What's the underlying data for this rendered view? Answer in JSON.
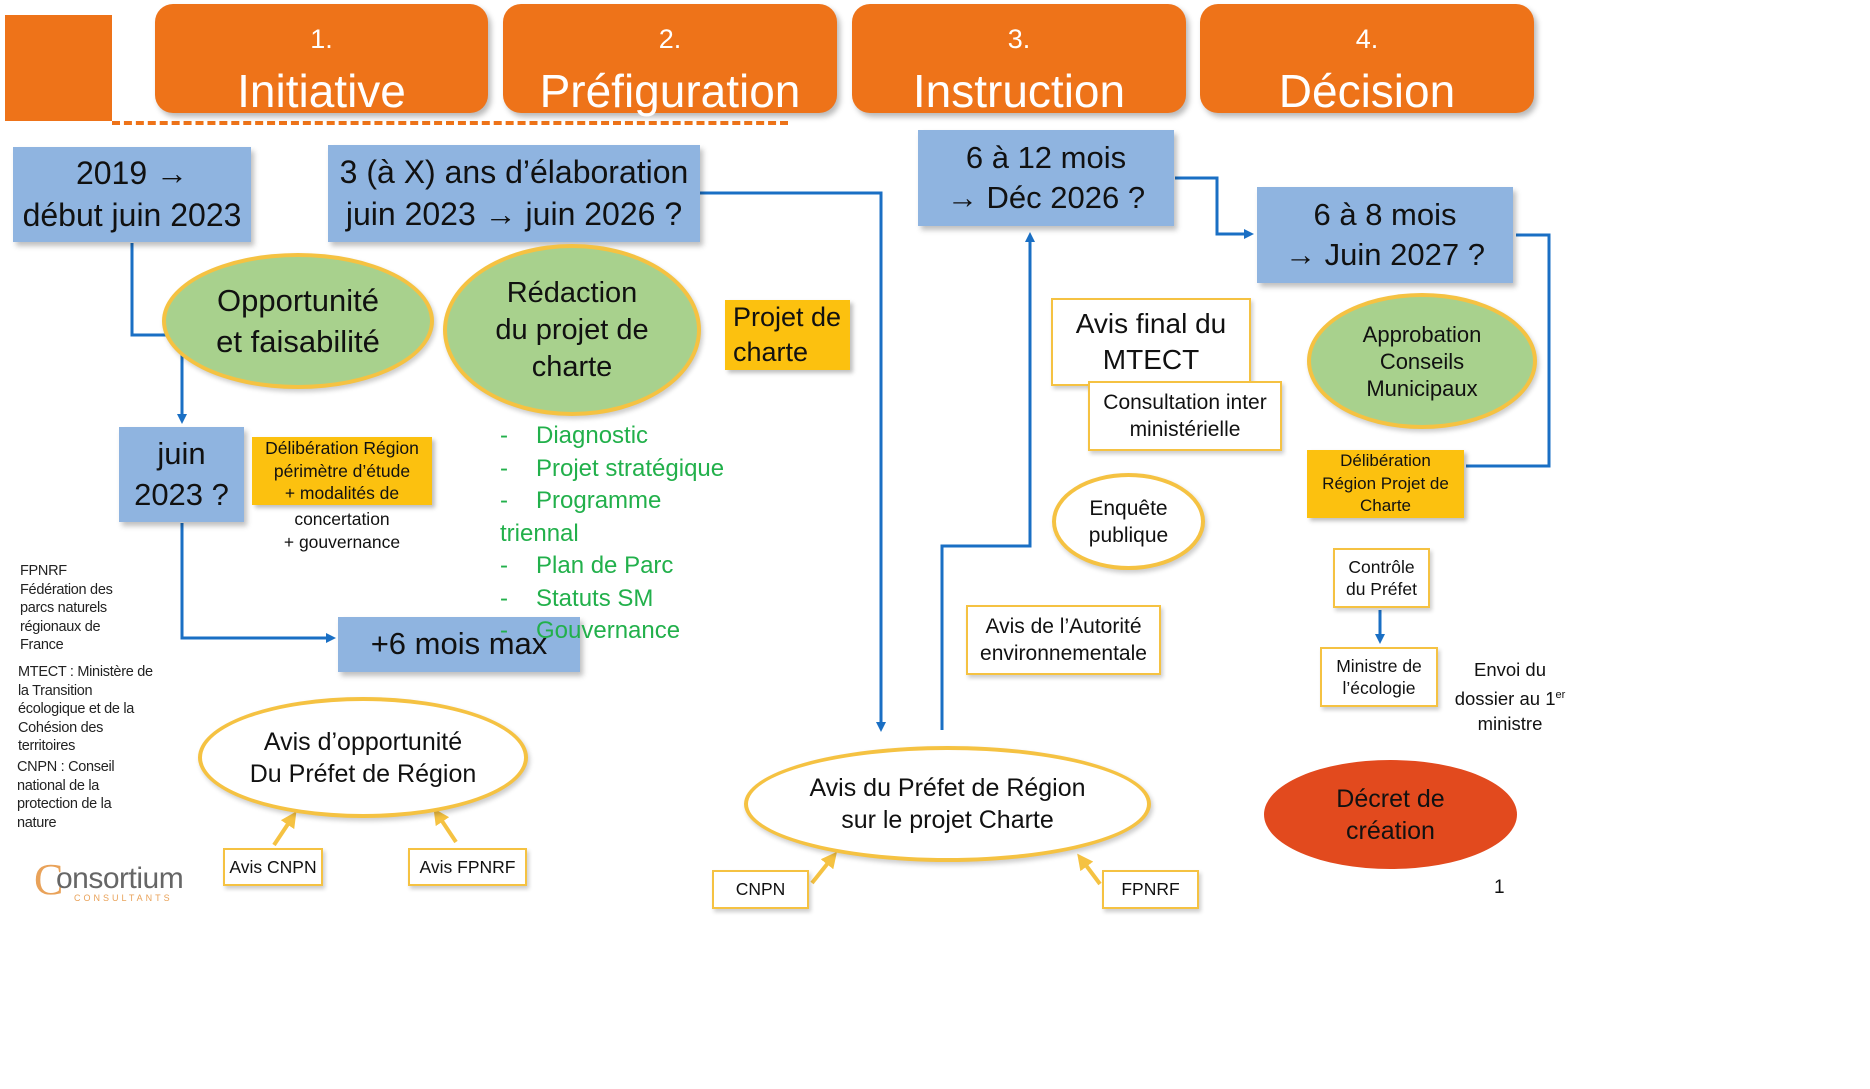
{
  "phases": [
    {
      "num": "1.",
      "name": "Initiative"
    },
    {
      "num": "2.",
      "name": "Préfiguration"
    },
    {
      "num": "3.",
      "name": "Instruction"
    },
    {
      "num": "4.",
      "name": "Décision"
    }
  ],
  "timeframes": {
    "t1": {
      "l1": "2019 →",
      "l2": "début juin 2023"
    },
    "t2": {
      "l1": "3 (à X) ans d’élaboration",
      "l2": "juin 2023 → juin 2026 ?"
    },
    "t3": {
      "l1": "6 à 12 mois",
      "l2": "→ Déc 2026 ?"
    },
    "t4": {
      "l1": "6 à 8 mois",
      "l2": "→ Juin 2027 ?"
    },
    "juin": {
      "l1": "juin",
      "l2": "2023 ?"
    },
    "six_mois": "+6 mois max"
  },
  "green_ellipses": {
    "opportunite": {
      "l1": "Opportunité",
      "l2": "et faisabilité"
    },
    "redaction": {
      "l1": "Rédaction",
      "l2": "du projet de",
      "l3": "charte"
    },
    "approbation": {
      "l1": "Approbation",
      "l2": "Conseils",
      "l3": "Municipaux"
    }
  },
  "yellow_boxes": {
    "projet_charte": {
      "l1": "Projet de",
      "l2": "charte"
    },
    "delib1": {
      "l1": "Délibération Région",
      "l2": "périmètre d’étude",
      "l3": "+ modalités de"
    },
    "delib1_after": {
      "l1": "concertation",
      "l2": "+ gouvernance"
    },
    "delib2": {
      "l1": "Délibération",
      "l2": "Région Projet de",
      "l3": "Charte"
    }
  },
  "charte_items": [
    "Diagnostic",
    "Projet stratégique",
    "Programme triennal",
    "Plan de Parc",
    "Statuts SM",
    "Gouvernance"
  ],
  "list_dash": "-",
  "white_boxes": {
    "avis_final": {
      "l1": "Avis final du",
      "l2": "MTECT"
    },
    "consultation": {
      "l1": "Consultation inter",
      "l2": "ministérielle"
    },
    "avis_autorite": {
      "l1": "Avis de l’Autorité",
      "l2": "environnementale"
    },
    "controle": {
      "l1": "Contrôle",
      "l2": "du Préfet"
    },
    "ministre": {
      "l1": "Ministre de",
      "l2": "l’écologie"
    },
    "avis_cnpn": "Avis CNPN",
    "avis_fpnrf": "Avis FPNRF",
    "cnpn": "CNPN",
    "fpnrf": "FPNRF"
  },
  "white_ellipses": {
    "enquete": {
      "l1": "Enquête",
      "l2": "publique"
    },
    "avis_opp": {
      "l1": "Avis d’opportunité",
      "l2": "Du Préfet de Région"
    },
    "avis_prefet": {
      "l1": "Avis du Préfet de Région",
      "l2": "sur le projet Charte"
    }
  },
  "envoi": {
    "l1": "Envoi du",
    "l2a": "dossier au 1",
    "sup": "er",
    "l3": "ministre"
  },
  "decret": {
    "l1": "Décret de",
    "l2": "création"
  },
  "legend": [
    [
      "FPNRF",
      "Fédération des",
      "parcs naturels",
      "régionaux de",
      "France"
    ],
    [
      "MTECT : Ministère de",
      "la Transition",
      "écologique et de la",
      "Cohésion des",
      "territoires"
    ],
    [
      "CNPN : Conseil",
      "national de la",
      "protection de la",
      "nature"
    ]
  ],
  "logo": {
    "main": "onsortium",
    "initial": "C",
    "sub": "CONSULTANTS"
  },
  "page_number": "1",
  "colors": {
    "orange": "#ee7319",
    "blue": "#8fb4e0",
    "green": "#a8d18d",
    "yellow": "#fcc10f",
    "arrow": "#1a6fc4",
    "red": "#e24a1e"
  }
}
